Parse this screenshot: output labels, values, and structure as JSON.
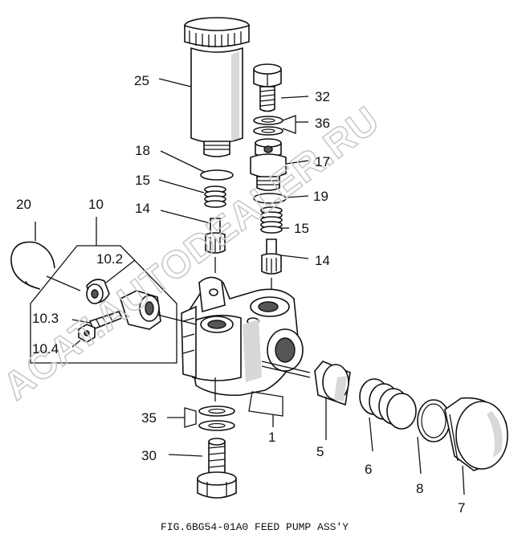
{
  "diagram": {
    "caption": "FIG.6BG54-01A0  FEED PUMP ASS'Y",
    "watermark": "ACAT.AUTODEALER.RU",
    "labels": {
      "p25": "25",
      "p32": "32",
      "p36": "36",
      "p18": "18",
      "p17": "17",
      "p15a": "15",
      "p19": "19",
      "p14a": "14",
      "p15b": "15",
      "p20": "20",
      "p10": "10",
      "p14b": "14",
      "p10_2": "10.2",
      "p10_3": "10.3",
      "p10_4": "10.4",
      "p35": "35",
      "p1": "1",
      "p5": "5",
      "p6": "6",
      "p30": "30",
      "p8": "8",
      "p7": "7"
    }
  }
}
